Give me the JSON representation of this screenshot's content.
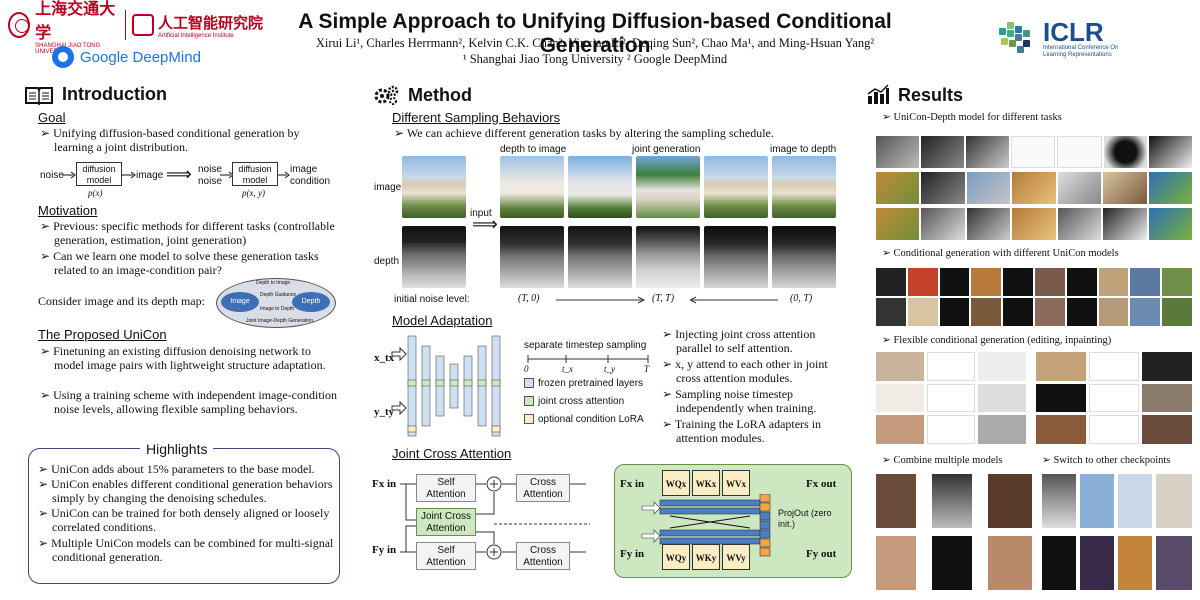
{
  "header": {
    "title": "A Simple Approach to Unifying Diffusion-based Conditional Generation",
    "authors": "Xirui Li¹, Charles Herrmann², Kelvin C.K. Chan², Yinxiao Li², Deqing Sun², Chao Ma¹, and Ming-Hsuan Yang²",
    "affiliations": "¹ Shanghai Jiao Tong University ² Google DeepMind",
    "logos": {
      "sjtu_cn": "上海交通大学",
      "sjtu_en": "SHANGHAI JIAO TONG UNIVERSITY",
      "aii_cn": "人工智能研究院",
      "aii_en": "Artificial Intelligence Institute",
      "gdm": "Google DeepMind",
      "iclr": "ICLR",
      "iclr_sub1": "International Conference On",
      "iclr_sub2": "Learning Representations"
    }
  },
  "intro": {
    "heading": "Introduction",
    "goal_h": "Goal",
    "goal_b1": "Unifying diffusion-based conditional generation by learning a joint distribution.",
    "goal_fig": {
      "noise": "noise",
      "model": "diffusion model",
      "image": "image",
      "p1": "p(x)",
      "noise2": "noise",
      "noise3": "noise",
      "image2": "image",
      "condition": "condition",
      "p2": "p(x, y)"
    },
    "motivation_h": "Motivation",
    "mot_b1": "Previous: specific methods for different tasks (controllable generation, estimation, joint generation)",
    "mot_b2": "Can we learn one model to solve these generation tasks related to an image-condition pair?",
    "consider": "Consider image and its depth map:",
    "cycle": {
      "image": "Image",
      "depth": "Depth",
      "top": "Depth to Image",
      "mid1": "Depth Guidance",
      "mid2": "Image to Depth",
      "bot": "Joint Image-Depth Generation"
    },
    "unicon_h": "The Proposed UniCon",
    "uni_b1": "Finetuning an existing diffusion denoising network to model image pairs with lightweight structure adaptation.",
    "uni_b2": "Using a training scheme with independent image-condition noise levels, allowing flexible sampling behaviors."
  },
  "highlights": {
    "title": "Highlights",
    "items": [
      "UniCon adds about 15% parameters to the base model.",
      "UniCon enables different conditional generation behaviors simply by changing the denoising schedules.",
      "UniCon can be trained for both densely aligned or loosely correlated conditions.",
      "Multiple UniCon models can be combined for multi-signal conditional generation."
    ]
  },
  "method": {
    "heading": "Method",
    "dsb_h": "Different Sampling Behaviors",
    "dsb_b1": "We can achieve different generation tasks by altering the sampling schedule.",
    "row_image": "image",
    "row_depth": "depth",
    "input": "input",
    "col1": "depth to image",
    "col2": "joint generation",
    "col3": "image to depth",
    "noise_level": "initial noise level:",
    "nl1": "(T, 0)",
    "nl2": "(T, T)",
    "nl3": "(0, T)",
    "ma_h": "Model Adaptation",
    "sts": "separate timestep sampling",
    "ticks": [
      "0",
      "t_x",
      "t_y",
      "T"
    ],
    "legend": [
      "frozen pretrained layers",
      "joint cross attention",
      "optional condition LoRA"
    ],
    "xin": "x_tx",
    "yin": "y_ty",
    "ma_b": [
      "Injecting joint cross attention parallel to self attention.",
      "x, y attend to each other in joint cross attention modules.",
      "Sampling noise timestep independently when training.",
      "Training the LoRA adapters in attention modules."
    ],
    "jca_h": "Joint Cross Attention",
    "jca": {
      "self1": "Self Attention",
      "cross1": "Cross Attention",
      "joint": "Joint Cross Attention",
      "self2": "Self Attention",
      "cross2": "Cross Attention",
      "fxin": "Fx in",
      "fyin": "Fy in",
      "fxout": "Fx out",
      "fyout": "Fy out",
      "proj": "ProjOut (zero init.)",
      "qx": "WQx",
      "kx": "WKx",
      "vx": "WVx",
      "qy": "WQy",
      "ky": "WKy",
      "vy": "WVy"
    }
  },
  "results": {
    "heading": "Results",
    "r1": "UniCon-Depth model for different tasks",
    "r2": "Conditional generation with different UniCon models",
    "r3": "Flexible conditional generation (editing, inpainting)",
    "r4": "Combine multiple models",
    "r5": "Switch to other checkpoints"
  },
  "colors": {
    "frozen": "#cfe0f2",
    "joint": "#cde8c0",
    "lora": "#fbeec4",
    "accent": "#1c4f8a"
  }
}
